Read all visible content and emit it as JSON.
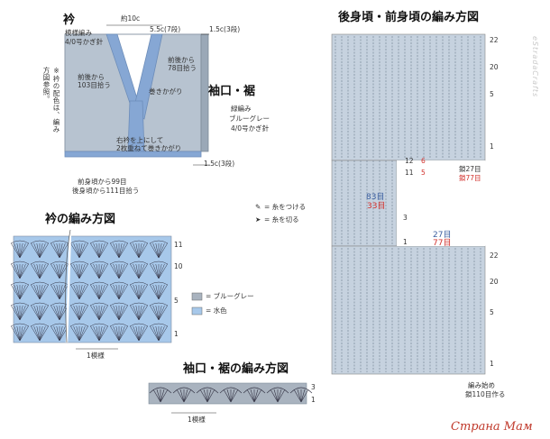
{
  "collar": {
    "title": "衿",
    "sub1": "模様編み",
    "sub2": "4/0号かぎ針",
    "note": "※衿の配色は、編み方図参照。",
    "width_label": "約10c",
    "depth_label": "5.5c(7段)",
    "band_label": "1.5c(3段)",
    "pick_back": "前後から\n103目拾う",
    "pick_right": "前後から\n78目拾う",
    "wrap": "巻きかがり",
    "overlap": "右衿を上にして\n2枚重ねて巻きかがり",
    "hem_label": "1.5c(3段)",
    "pick_bottom1": "前身頃から99目",
    "pick_bottom2": "後身頃から111目拾う"
  },
  "cuff": {
    "title": "袖口・裾",
    "sub1": "緑編み",
    "sub2": "ブルーグレー",
    "sub3": "4/0号かぎ針"
  },
  "body_title": "後身頃・前身頃の編み方図",
  "body_rows_top": [
    "22",
    "20",
    "5",
    "1"
  ],
  "body_rows_bottom": [
    "22",
    "20",
    "5",
    "1"
  ],
  "side_counts": {
    "r12": "12",
    "r12b": "6",
    "r11": "11",
    "r11b": "5",
    "r3": "3",
    "r1": "1"
  },
  "chain1": "鎖27目",
  "chain1b": "鎖77目",
  "mid_count": "83目",
  "mid_count_b": "33目",
  "bottom_count": "27目",
  "bottom_count_b": "77目",
  "start_label": "編み始め",
  "start_chain": "鎖110目作る",
  "legend_attach": "= 糸をつける",
  "legend_cut": "= 糸を切る",
  "collar_chart_title": "衿の編み方図",
  "collar_rows": [
    "11",
    "10",
    "5",
    "1"
  ],
  "collar_repeat": "1模様",
  "color_legend": [
    {
      "label": "= ブルーグレー",
      "color": "#a9b3bf"
    },
    {
      "label": "= 水色",
      "color": "#a7c8ea"
    }
  ],
  "cuff_chart_title": "袖口・裾の編み方図",
  "cuff_rows": [
    "3",
    "1"
  ],
  "cuff_repeat": "1模様",
  "watermark": "eStradaCrafts",
  "site": "Страна Мам"
}
